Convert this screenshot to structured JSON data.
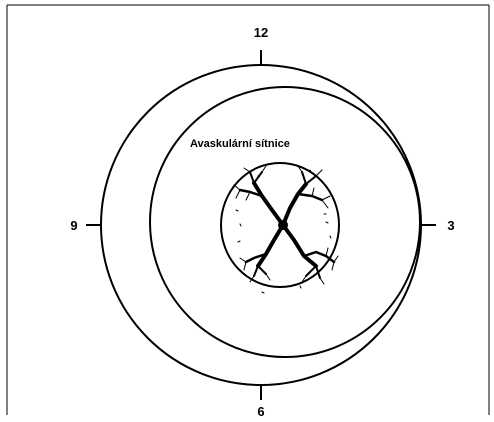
{
  "diagram": {
    "clock_positions": {
      "top": "12",
      "right": "3",
      "bottom": "6",
      "left": "9"
    },
    "region_label": "Avaskulární sítnice"
  }
}
